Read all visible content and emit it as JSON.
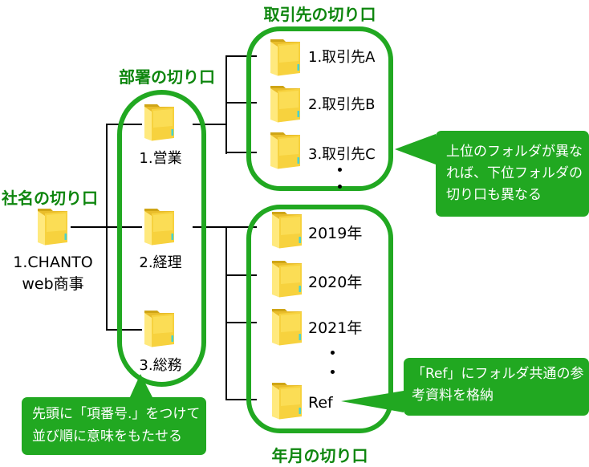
{
  "colors": {
    "green_outline": "#21a821",
    "green_heading": "#0e860e",
    "callout_bg": "#21a821",
    "callout_text": "#ffffff",
    "line_black": "#000000",
    "folder_body": "#f7d23e",
    "folder_flap": "#ffe97e",
    "folder_back": "#e9bd2b",
    "folder_tab": "#cfa516",
    "folder_teal": "#49d2cf"
  },
  "headings": {
    "company": "社名の切り口",
    "department": "部署の切り口",
    "partner": "取引先の切り口",
    "yearmonth": "年月の切り口"
  },
  "folders": {
    "company": {
      "label_line1": "1.CHANTO",
      "label_line2": "web商事"
    },
    "departments": [
      {
        "label": "1.営業"
      },
      {
        "label": "2.経理"
      },
      {
        "label": "3.総務"
      }
    ],
    "partners": [
      {
        "label": "1.取引先A"
      },
      {
        "label": "2.取引先B"
      },
      {
        "label": "3.取引先C"
      }
    ],
    "years": [
      {
        "label": "2019年"
      },
      {
        "label": "2020年"
      },
      {
        "label": "2021年"
      },
      {
        "label": "Ref"
      }
    ]
  },
  "callouts": {
    "upper": {
      "lines": [
        "上位のフォルダが異な",
        "れば、下位フォルダの",
        "切り口も異なる"
      ]
    },
    "ref": {
      "lines": [
        "「Ref」にフォルダ共通の参",
        "考資料を格納"
      ]
    },
    "numbering": {
      "lines": [
        "先頭に「項番号.」をつけて",
        "並び順に意味をもたせる"
      ]
    }
  },
  "decor": {
    "ellipsis_partners": "・・",
    "ellipsis_years": "・・"
  }
}
